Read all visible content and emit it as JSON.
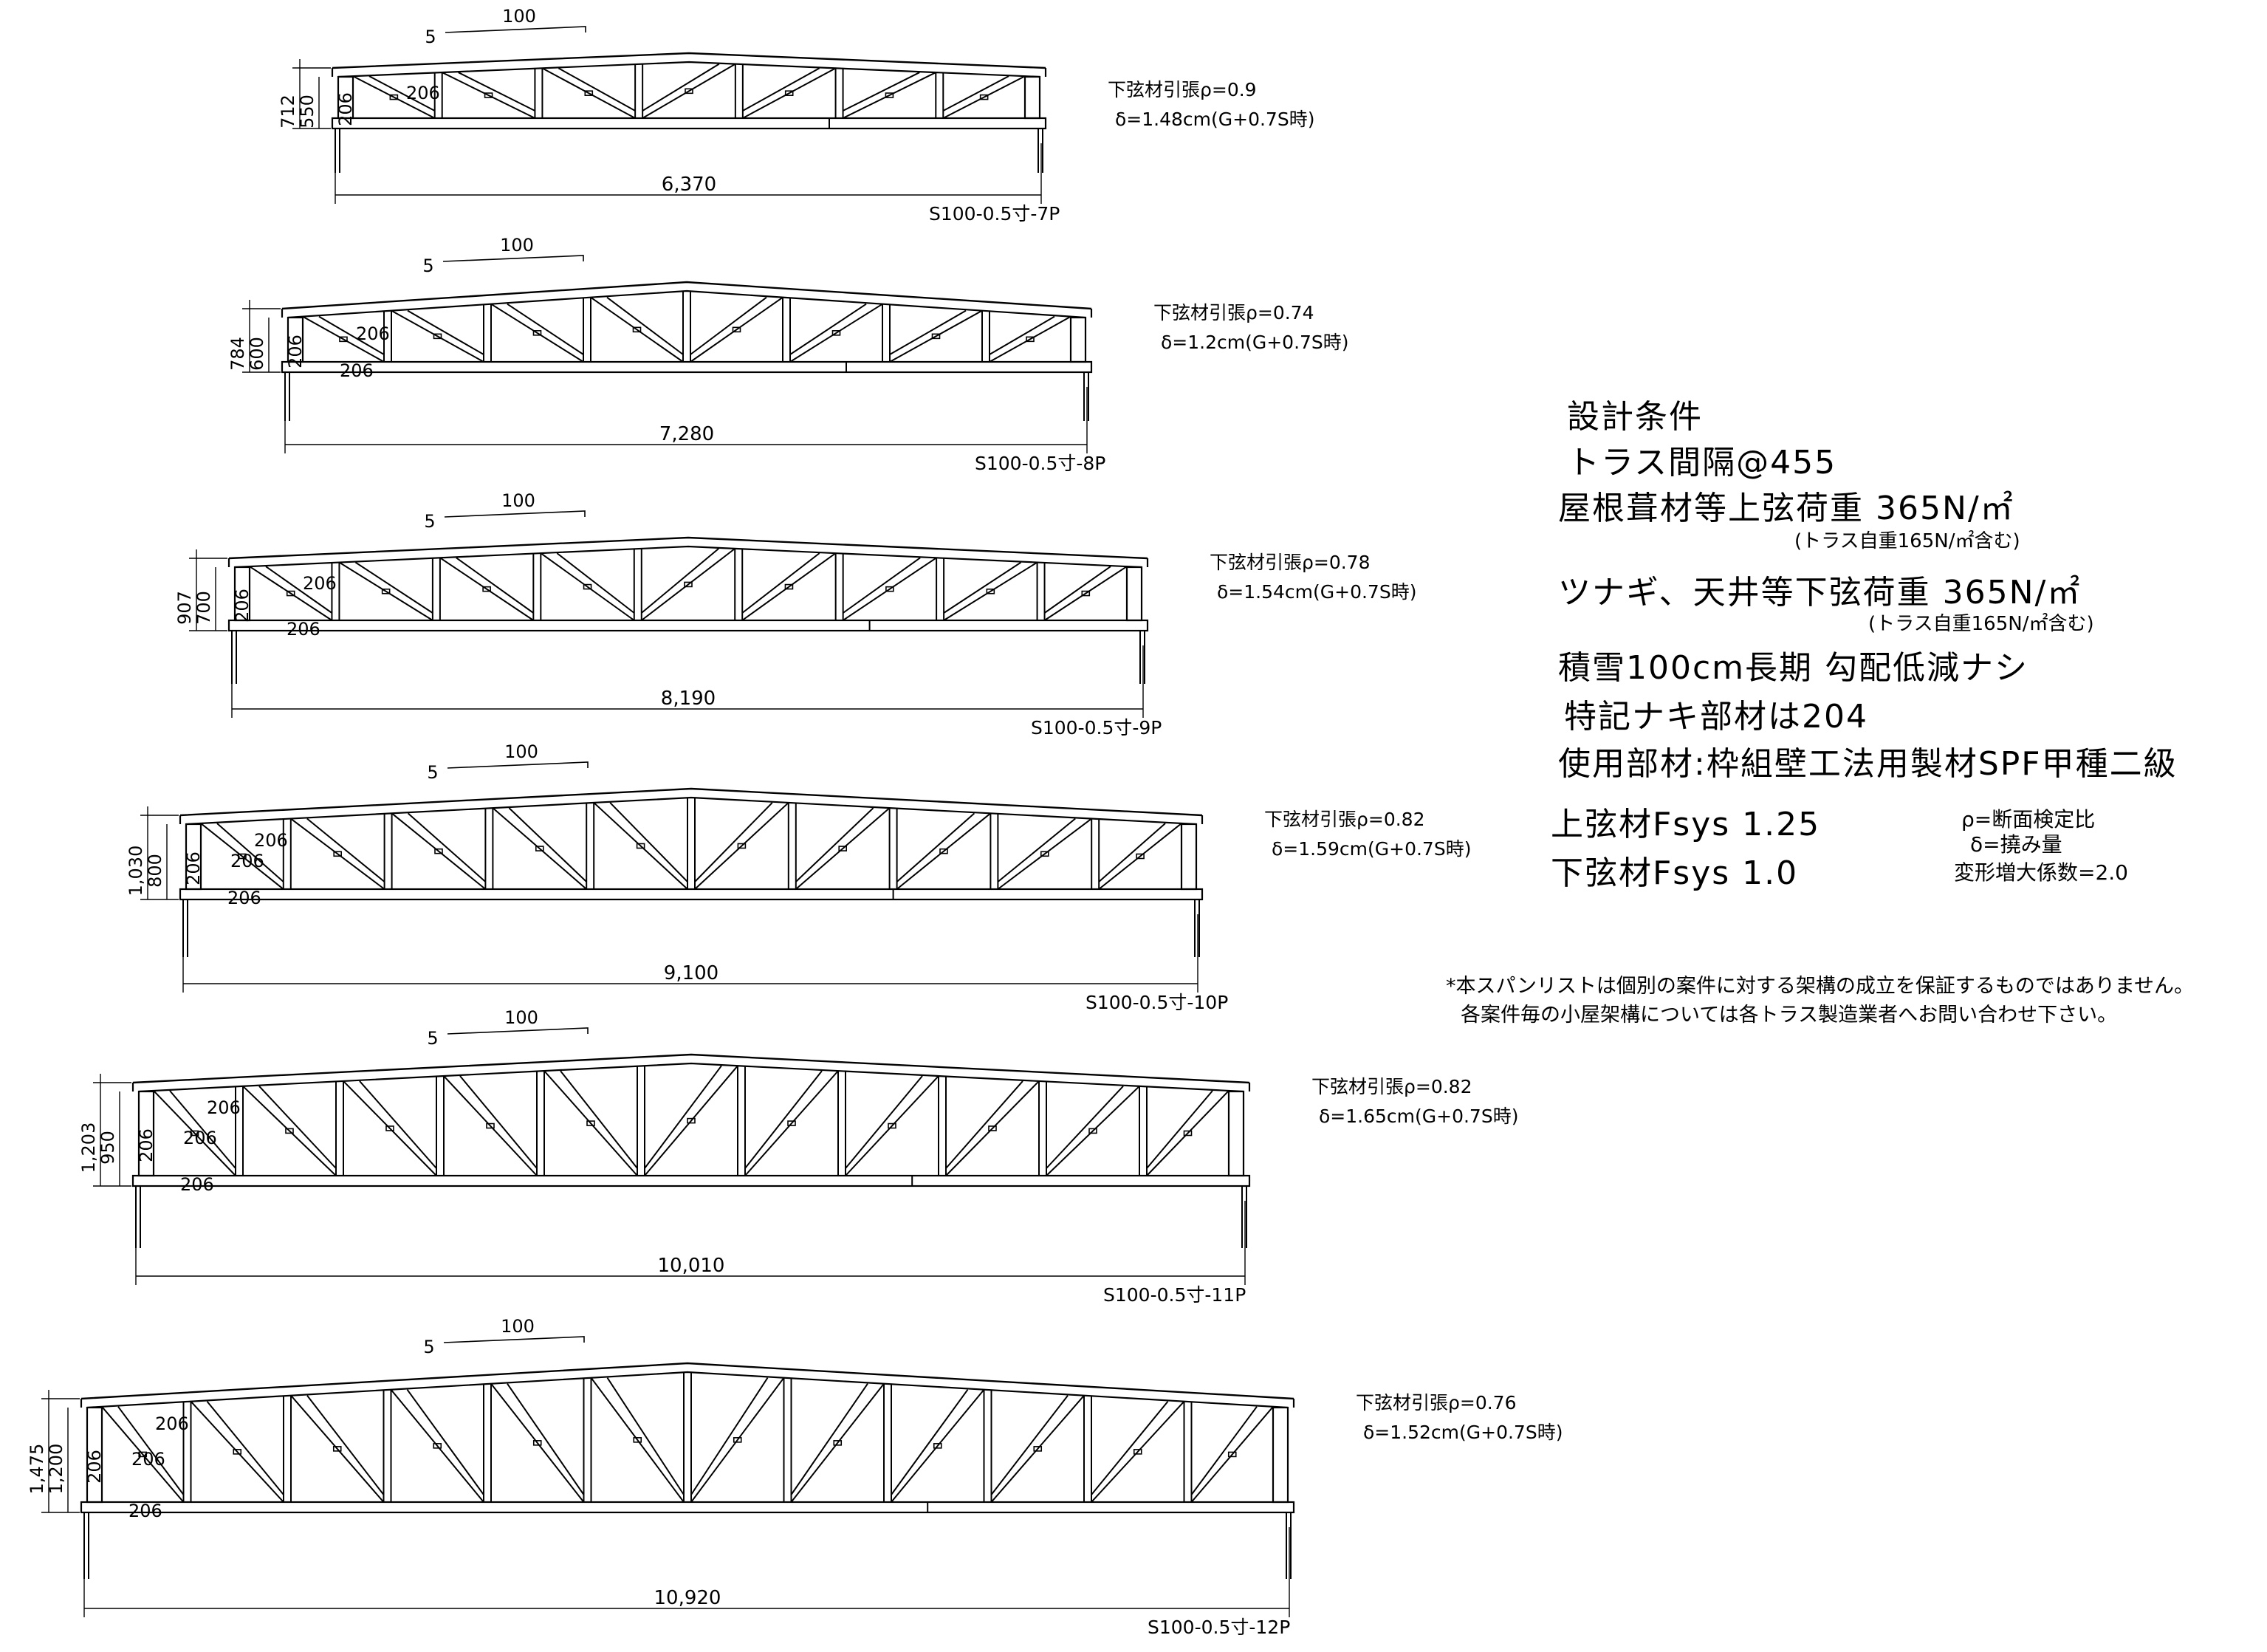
{
  "conditions": {
    "title": "設計条件",
    "spacing": "トラス間隔@455",
    "roof_load": "屋根葺材等上弦荷重 365N/㎡",
    "roof_load_note": "(トラス自重165N/㎡含む)",
    "ceiling_load": "ツナギ、天井等下弦荷重 365N/㎡",
    "ceiling_load_note": "(トラス自重165N/㎡含む)",
    "snow": "積雪100cm長期 勾配低減ナシ",
    "default_member": "特記ナキ部材は204",
    "material": "使用部材:枠組壁工法用製材SPF甲種二級",
    "top_fsys": "上弦材Fsys 1.25",
    "bottom_fsys": "下弦材Fsys 1.0",
    "rho_def": "ρ=断面検定比",
    "delta_def": "δ=撓み量",
    "factor": "変形増大係数=2.0"
  },
  "disclaimer": [
    "*本スパンリストは個別の案件に対する架構の成立を保証するものではありません。",
    "各案件毎の小屋架構については各トラス製造業者へお問い合わせ下さい。"
  ],
  "trusses": [
    {
      "name": "S100-0.5寸-7P",
      "span": "6,370",
      "total_height": "712",
      "height": "550",
      "members": [
        "206",
        "206"
      ],
      "stress": "下弦材引張ρ=0.9",
      "deflection": "δ=1.48cm(G+0.7S時)",
      "slope_run": "100",
      "slope_rise": "5"
    },
    {
      "name": "S100-0.5寸-8P",
      "span": "7,280",
      "total_height": "784",
      "height": "600",
      "members": [
        "206",
        "206",
        "206"
      ],
      "stress": "下弦材引張ρ=0.74",
      "deflection": "δ=1.2cm(G+0.7S時)",
      "slope_run": "100",
      "slope_rise": "5"
    },
    {
      "name": "S100-0.5寸-9P",
      "span": "8,190",
      "total_height": "907",
      "height": "700",
      "members": [
        "206",
        "206",
        "206"
      ],
      "stress": "下弦材引張ρ=0.78",
      "deflection": "δ=1.54cm(G+0.7S時)",
      "slope_run": "100",
      "slope_rise": "5"
    },
    {
      "name": "S100-0.5寸-10P",
      "span": "9,100",
      "total_height": "1,030",
      "height": "800",
      "members": [
        "206",
        "206",
        "206",
        "206"
      ],
      "stress": "下弦材引張ρ=0.82",
      "deflection": "δ=1.59cm(G+0.7S時)",
      "slope_run": "100",
      "slope_rise": "5"
    },
    {
      "name": "S100-0.5寸-11P",
      "span": "10,010",
      "total_height": "1,203",
      "height": "950",
      "members": [
        "206",
        "206",
        "206",
        "206"
      ],
      "stress": "下弦材引張ρ=0.82",
      "deflection": "δ=1.65cm(G+0.7S時)",
      "slope_run": "100",
      "slope_rise": "5"
    },
    {
      "name": "S100-0.5寸-12P",
      "span": "10,920",
      "total_height": "1,475",
      "height": "1,200",
      "members": [
        "206",
        "206",
        "206",
        "206"
      ],
      "stress": "下弦材引張ρ=0.76",
      "deflection": "δ=1.52cm(G+0.7S時)",
      "slope_run": "100",
      "slope_rise": "5"
    }
  ]
}
